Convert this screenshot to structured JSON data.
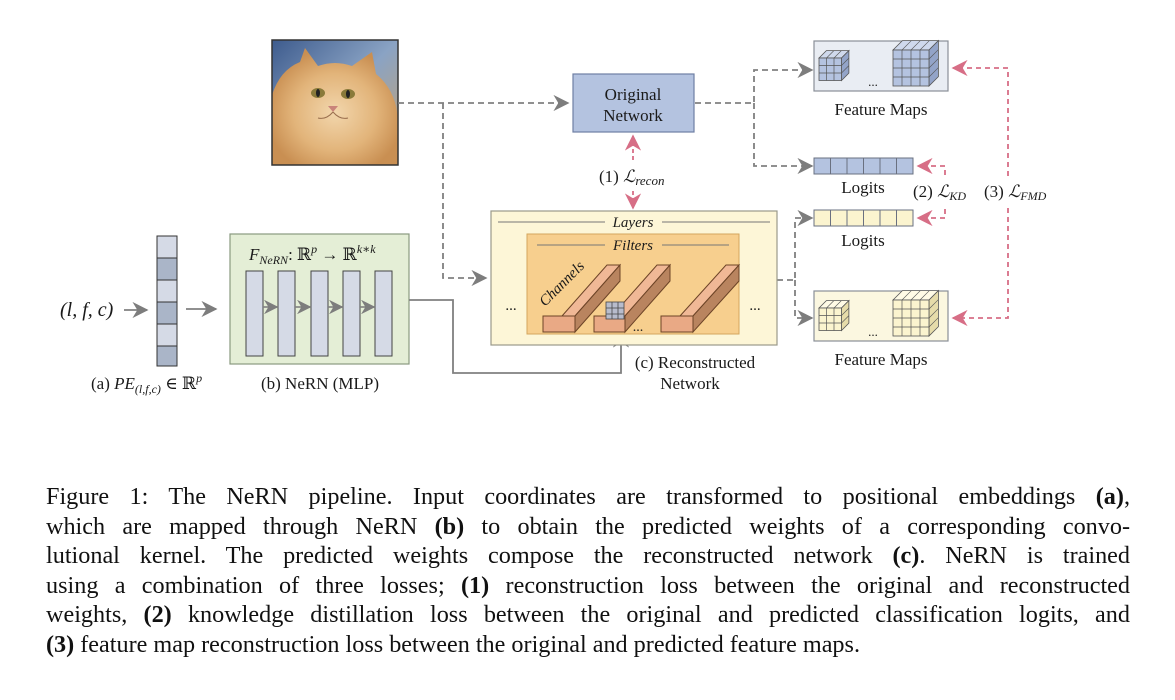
{
  "figure": {
    "input": {
      "coords_label": "(l, f, c)",
      "pe_label_prefix": "(a) ",
      "pe_symbol": "PE",
      "pe_subscript": "(l,f,c)",
      "pe_suffix": " ∈ ℝ",
      "pe_superscript": "p"
    },
    "mlp": {
      "formula_F": "F",
      "formula_sub": "NeRN",
      "formula_rest": ": ℝ",
      "formula_p": "p",
      "formula_arrow": " → ℝ",
      "formula_kk": "k∗k",
      "label": "(b) NeRN (MLP)"
    },
    "original_network": {
      "line1": "Original",
      "line2": "Network"
    },
    "recon_loss": {
      "prefix": "(1) ",
      "symbol": "ℒ",
      "sub": "recon"
    },
    "reconstructed": {
      "layers_label": "Layers",
      "filters_label": "Filters",
      "channels_label": "Channels",
      "ellipsis": "...",
      "label_line1": "(c) Reconstructed",
      "label_line2": "Network"
    },
    "outputs": {
      "feature_maps_top": "Feature Maps",
      "logits_top": "Logits",
      "logits_bottom": "Logits",
      "feature_maps_bottom": "Feature Maps",
      "ellipsis": "..."
    },
    "kd_loss": {
      "prefix": "(2) ",
      "symbol": "ℒ",
      "sub": "KD"
    },
    "fmd_loss": {
      "prefix": "(3) ",
      "symbol": "ℒ",
      "sub": "FMD"
    },
    "image": {
      "subject": "cat-photo"
    },
    "colors": {
      "original_fill": "#b4c3e0",
      "original_stroke": "#6f7fa3",
      "mlp_fill": "#e4eed6",
      "layers_fill": "#fdf6d7",
      "filters_fill": "#f7cf8e",
      "filter_face": "#e9a985",
      "filter_side": "#b9845f",
      "loss_red": "#d76e86",
      "arrow_gray": "#808080"
    }
  },
  "caption": {
    "lines": [
      [
        {
          "t": "Figure 1:  The NeRN pipeline.  Input coordinates are transformed to positional embeddings "
        },
        {
          "b": "(a)"
        },
        {
          "t": ","
        }
      ],
      [
        {
          "t": "which are mapped through NeRN "
        },
        {
          "b": "(b)"
        },
        {
          "t": " to obtain the predicted weights of a corresponding convo-"
        }
      ],
      [
        {
          "t": "lutional kernel.  The predicted weights compose the reconstructed network "
        },
        {
          "b": "(c)"
        },
        {
          "t": ".  NeRN is trained"
        }
      ],
      [
        {
          "t": "using a combination of three losses; "
        },
        {
          "b": "(1)"
        },
        {
          "t": " reconstruction loss between the original and reconstructed"
        }
      ],
      [
        {
          "t": "weights, "
        },
        {
          "b": "(2)"
        },
        {
          "t": " knowledge distillation loss between the original and predicted classification logits, and"
        }
      ],
      [
        {
          "b": "(3)"
        },
        {
          "t": " feature map reconstruction loss between the original and predicted feature maps."
        }
      ]
    ]
  }
}
